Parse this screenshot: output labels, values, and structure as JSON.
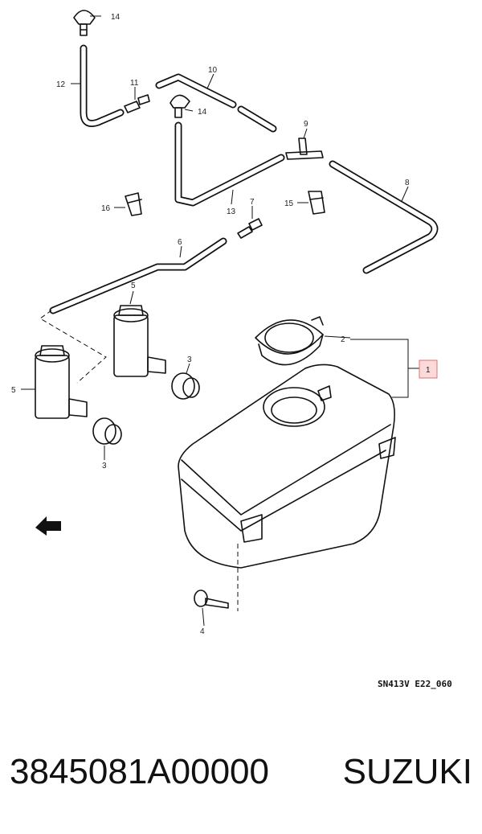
{
  "diagram": {
    "code": "SN413V E22_060",
    "callouts": [
      "1",
      "2",
      "3",
      "3",
      "4",
      "5",
      "5",
      "6",
      "7",
      "8",
      "9",
      "10",
      "11",
      "12",
      "13",
      "14",
      "14",
      "15",
      "16"
    ]
  },
  "footer": {
    "part_number": "3845081A00000",
    "brand": "SUZUKI"
  }
}
